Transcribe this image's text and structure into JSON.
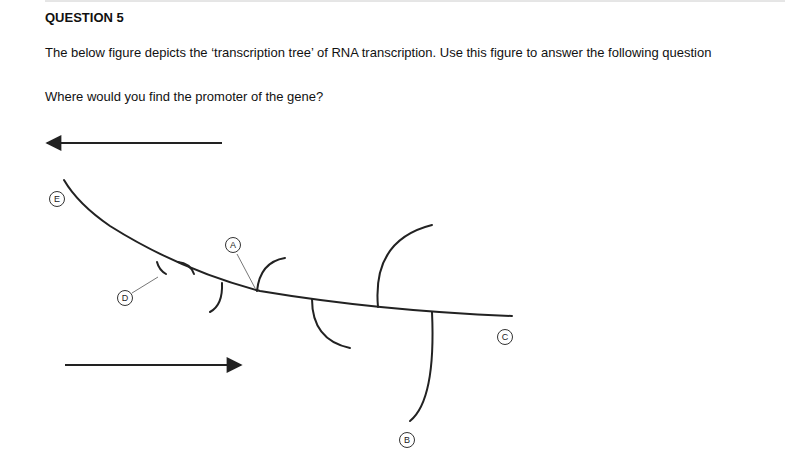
{
  "diagram": {
    "title": "QUESTION 5",
    "nodes": [
      {
        "text": [
          "E"
        ]
      },
      {
        "text": [
          "A"
        ]
      },
      {
        "text": [
          "D"
        ]
      },
      {
        "text": [
          "C"
        ]
      },
      {
        "text": [
          "B"
        ]
      }
    ],
    "labels": [
      "The below figure depicts the ‘transcription tree’ of RNA transcription. Use this figure to answer the following question",
      "Where would you find the promoter of the gene?"
    ]
  }
}
